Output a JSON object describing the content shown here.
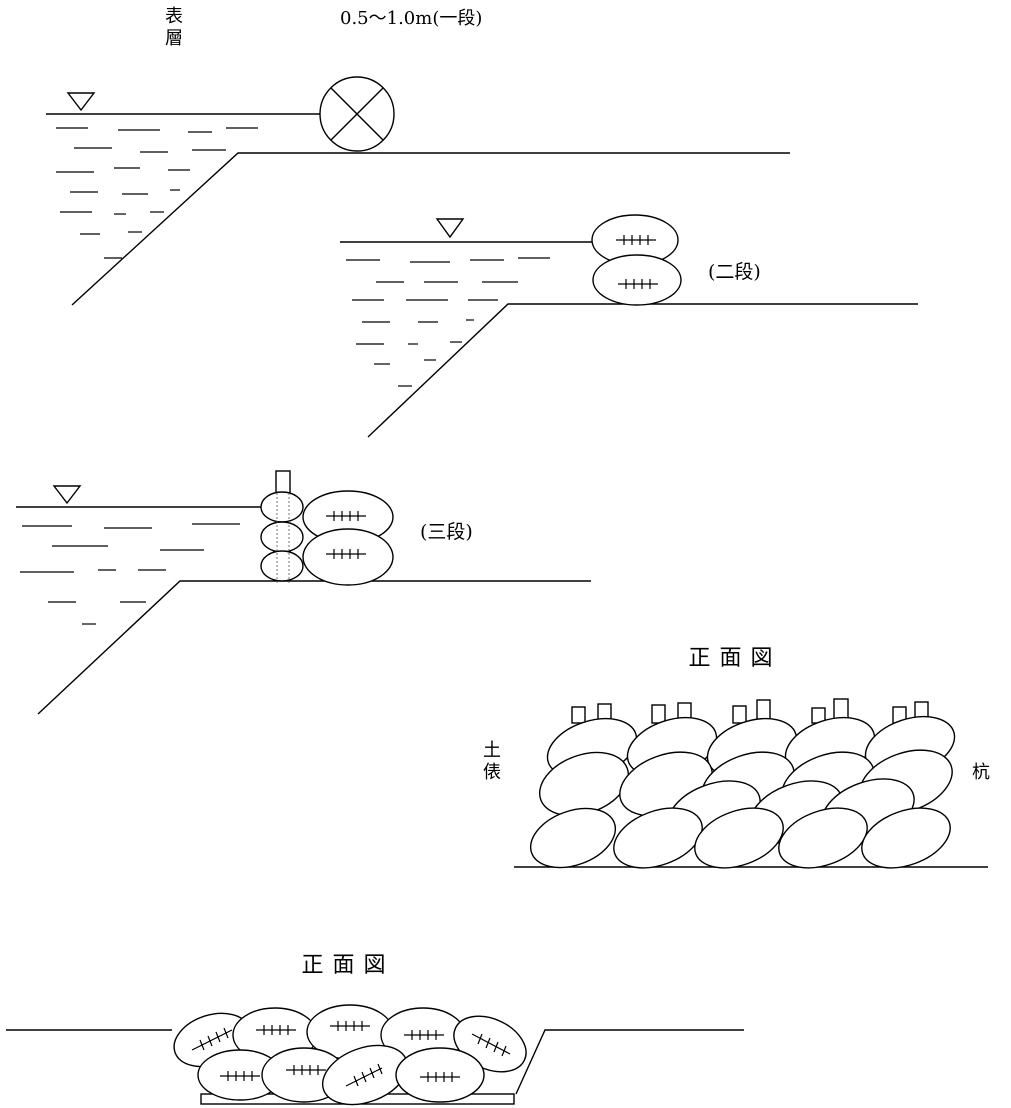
{
  "labels": {
    "surface_layer": "表層",
    "height_range": "0.5〜1.0m(一段)",
    "two_tier": "(二段)",
    "three_tier": "(三段)",
    "front_view_1": "正面図",
    "front_view_2": "正面図",
    "sandbag": "土俵",
    "stake": "杭"
  },
  "colors": {
    "line": "#000000",
    "fill": "#ffffff"
  }
}
